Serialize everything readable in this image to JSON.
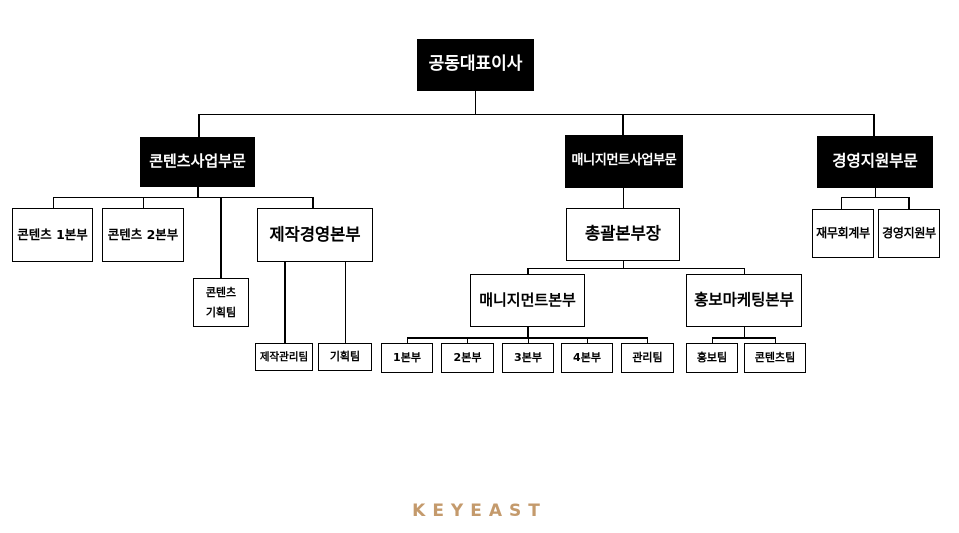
{
  "nodes": {
    "ceo": "공동대표이사",
    "contents_division": "콘텐츠사업부문",
    "management_division": "매니지먼트사업부문",
    "support_division": "경영지원부문",
    "contents_hq1": "콘텐츠 1본부",
    "contents_hq2": "콘텐츠 2본부",
    "contents_planning_line1": "콘텐츠",
    "contents_planning_line2": "기획팀",
    "production_mgmt_hq": "제작경영본부",
    "production_mgmt_team": "제작관리팀",
    "planning_team": "기획팀",
    "general_hq_head": "총괄본부장",
    "management_hq": "매니지먼트본부",
    "pr_marketing_hq": "홍보마케팅본부",
    "hq_1": "1본부",
    "hq_2": "2본부",
    "hq_3": "3본부",
    "hq_4": "4본부",
    "admin_team": "관리팀",
    "pr_team": "홍보팀",
    "contents_team": "콘텐츠팀",
    "finance_accounting": "재무회계부",
    "management_support": "경영지원부"
  },
  "hierarchy": {
    "공동대표이사": {
      "콘텐츠사업부문": {
        "콘텐츠 1본부": {},
        "콘텐츠 2본부": {},
        "콘텐츠 기획팀": {},
        "제작경영본부": {
          "제작관리팀": {},
          "기획팀": {}
        }
      },
      "매니지먼트사업부문": {
        "총괄본부장": {
          "매니지먼트본부": {
            "1본부": {},
            "2본부": {},
            "3본부": {},
            "4본부": {},
            "관리팀": {}
          },
          "홍보마케팅본부": {
            "홍보팀": {},
            "콘텐츠팀": {}
          }
        }
      },
      "경영지원부문": {
        "재무회계부": {},
        "경영지원부": {}
      }
    }
  },
  "logo": {
    "text": "KEYEAST",
    "color": "#c49a6c"
  },
  "colors": {
    "background": "#ffffff",
    "division_box_bg": "#000000",
    "division_box_text": "#ffffff",
    "box_border": "#000000",
    "connector": "#000000"
  }
}
